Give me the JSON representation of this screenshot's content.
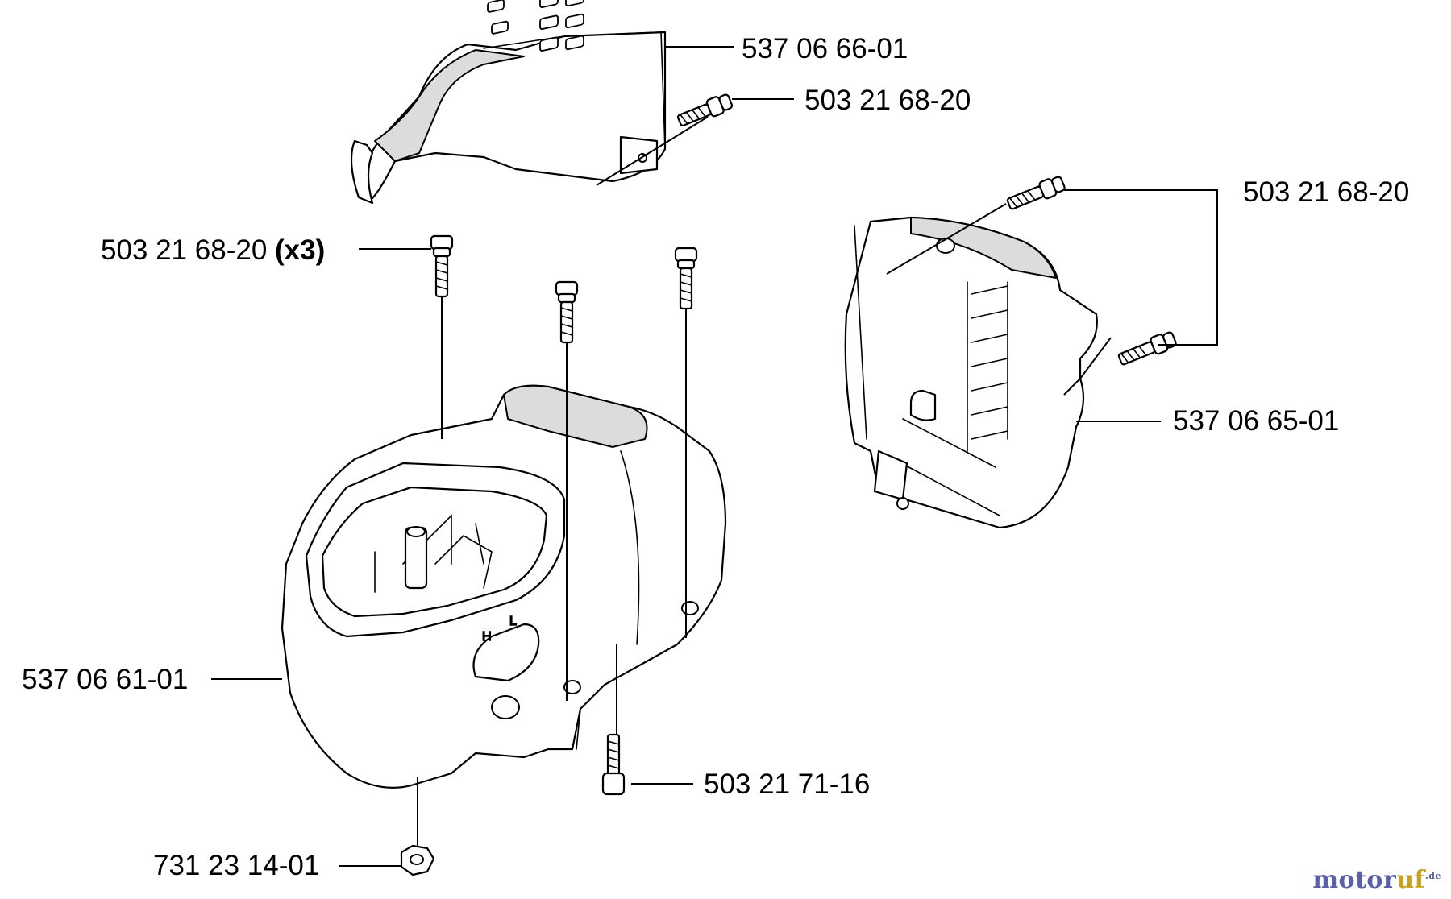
{
  "labels": {
    "top_cover": "537 06 66-01",
    "top_cover_screw": "503 21 68-20",
    "cylinder_cover_screws": "503 21 68-20",
    "cylinder_cover_screws_qty": "(x3)",
    "side_cover_screws": "503 21 68-20",
    "side_cover": "537 06 65-01",
    "cylinder_cover": "537 06 61-01",
    "bottom_screw": "503 21 71-16",
    "nut": "731 23 14-01"
  },
  "watermark": {
    "text": "motoruf",
    "suffix": ".de",
    "colors": [
      "#5a5fa8",
      "#c9a11c"
    ]
  }
}
